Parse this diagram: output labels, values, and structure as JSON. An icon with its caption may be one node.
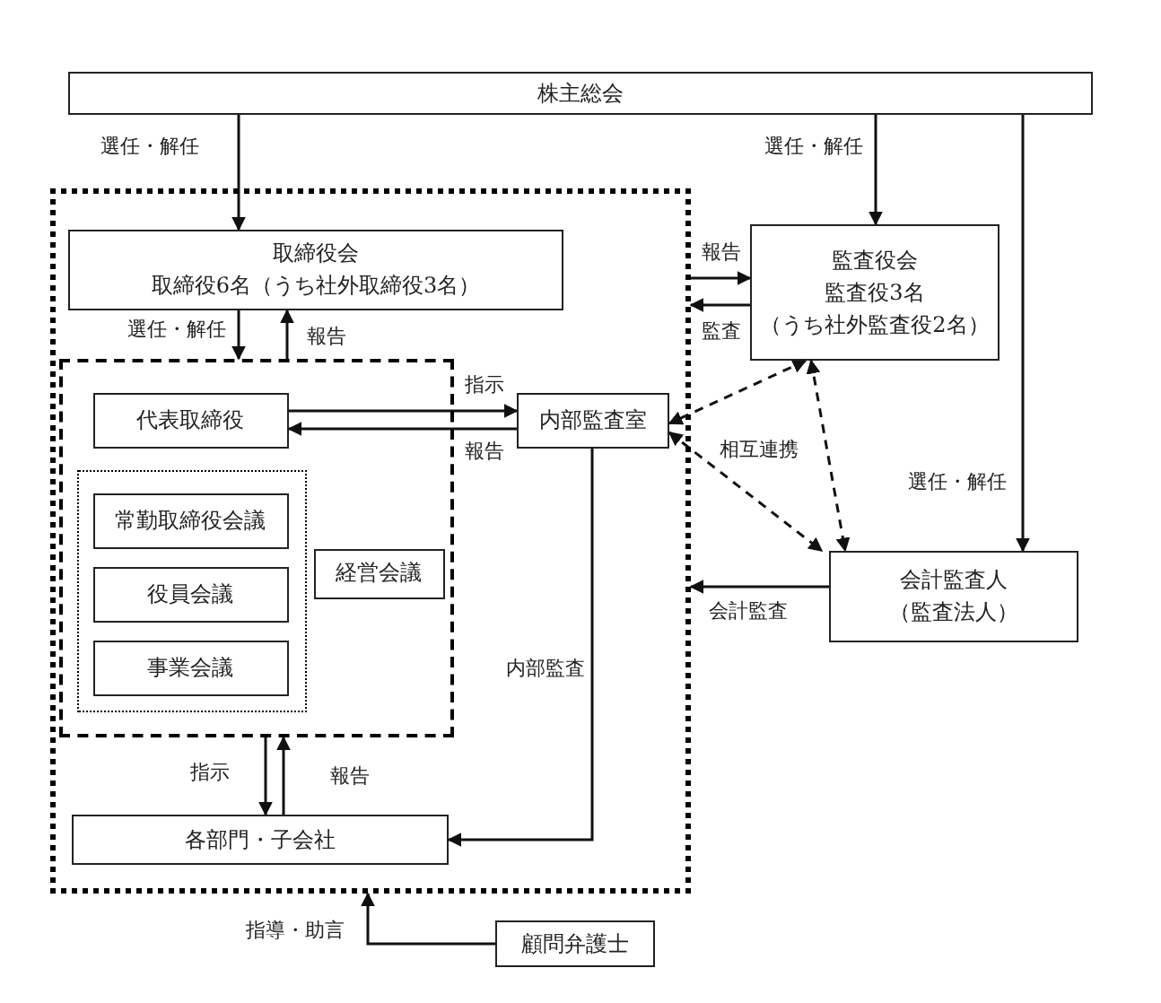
{
  "diagram": {
    "nodes": [
      {
        "text": [
          "株主総会"
        ]
      },
      {
        "text": [],
        "shape": "box"
      },
      {
        "text": [
          "取締役会",
          "取締役6名（うち社外取締役3名）"
        ],
        "in": 1
      },
      {
        "text": [],
        "shape": "box",
        "in": 1
      },
      {
        "text": [
          "代表取締役"
        ],
        "in": 3
      },
      {
        "text": [],
        "shape": "box",
        "in": 3
      },
      {
        "text": [
          "常勤取締役会議"
        ],
        "in": 5
      },
      {
        "text": [
          "役員会議"
        ],
        "in": 5
      },
      {
        "text": [
          "事業会議"
        ],
        "in": 5
      },
      {
        "text": [
          "経営会議"
        ],
        "in": 3
      },
      {
        "text": [
          "内部監査室"
        ],
        "in": 1
      },
      {
        "text": [
          "各部門・子会社"
        ],
        "in": 1
      },
      {
        "text": [
          "監査役会",
          "監査役3名",
          "（うち社外監査役2名）"
        ]
      },
      {
        "text": [
          "会計監査人",
          "（監査法人）"
        ]
      },
      {
        "text": [
          "顧問弁護士"
        ]
      }
    ],
    "edges": [
      {
        "from": 0,
        "to": 2,
        "arrow": "to",
        "label": "選任・解任"
      },
      {
        "from": 0,
        "to": 12,
        "arrow": "to",
        "label": "選任・解任"
      },
      {
        "from": 0,
        "to": 13,
        "arrow": "to",
        "label": "選任・解任"
      },
      {
        "from": 2,
        "to": 3,
        "arrow": "to",
        "label": "選任・解任"
      },
      {
        "from": 3,
        "to": 2,
        "arrow": "to",
        "label": "報告"
      },
      {
        "from": 4,
        "to": 10,
        "arrow": "to",
        "label": "指示"
      },
      {
        "from": 10,
        "to": 4,
        "arrow": "to",
        "label": "報告"
      },
      {
        "from": 1,
        "to": 12,
        "arrow": "to",
        "label": "報告"
      },
      {
        "from": 12,
        "to": 1,
        "arrow": "to",
        "label": "監査"
      },
      {
        "from": 12,
        "to": 10,
        "arrow": "both",
        "style": "dashed"
      },
      {
        "from": 10,
        "to": 13,
        "arrow": "both",
        "style": "dashed",
        "label": "相互連携"
      },
      {
        "from": 12,
        "to": 13,
        "arrow": "both",
        "style": "dashed"
      },
      {
        "from": 13,
        "to": 1,
        "arrow": "to",
        "label": "会計監査"
      },
      {
        "from": 3,
        "to": 11,
        "arrow": "to",
        "label": "指示"
      },
      {
        "from": 11,
        "to": 3,
        "arrow": "to",
        "label": "報告"
      },
      {
        "from": 10,
        "to": 11,
        "arrow": "to",
        "label": "内部監査"
      },
      {
        "from": 14,
        "to": 1,
        "arrow": "to",
        "label": "指導・助言"
      }
    ]
  }
}
